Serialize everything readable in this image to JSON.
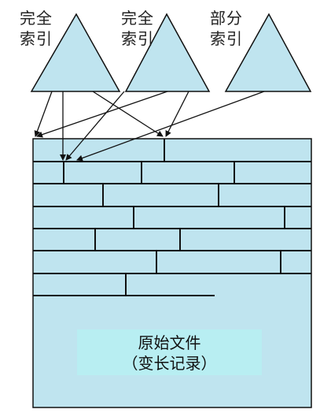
{
  "indexes": [
    {
      "line1": "完全",
      "line2": "索引"
    },
    {
      "line1": "完全",
      "line2": "索引"
    },
    {
      "line1": "部分",
      "line2": "索引"
    }
  ],
  "file": {
    "line1": "原始文件",
    "line2": "（变长记录）"
  },
  "colors": {
    "fill": "#bfe4ef",
    "label_bg": "#b8eef2",
    "stroke": "#111111"
  }
}
